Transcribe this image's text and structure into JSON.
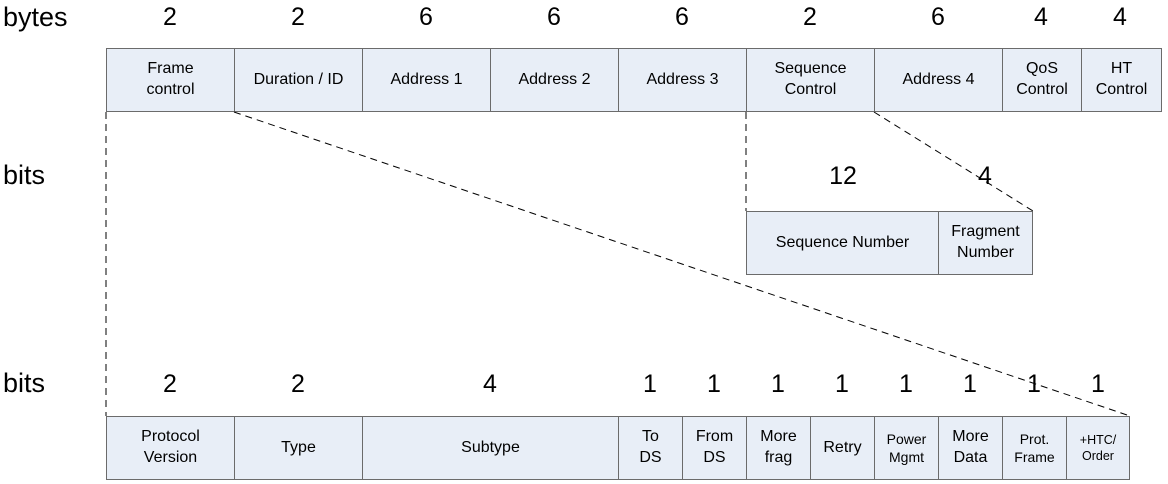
{
  "rows": {
    "bytes": {
      "label": "bytes",
      "counts": [
        "2",
        "2",
        "6",
        "6",
        "6",
        "2",
        "6",
        "4",
        "4"
      ]
    },
    "bits_seq": {
      "label": "bits",
      "counts": [
        "12",
        "4"
      ]
    },
    "bits_fc": {
      "label": "bits",
      "counts": [
        "2",
        "2",
        "4",
        "1",
        "1",
        "1",
        "1",
        "1",
        "1",
        "1",
        "1"
      ]
    }
  },
  "frame_fields": [
    "Frame\ncontrol",
    "Duration / ID",
    "Address 1",
    "Address 2",
    "Address 3",
    "Sequence\nControl",
    "Address 4",
    "QoS\nControl",
    "HT\nControl"
  ],
  "sequence_fields": [
    "Sequence Number",
    "Fragment\nNumber"
  ],
  "frame_control_fields": [
    "Protocol\nVersion",
    "Type",
    "Subtype",
    "To\nDS",
    "From\nDS",
    "More\nfrag",
    "Retry",
    "Power\nMgmt",
    "More\nData",
    "Prot.\nFrame",
    "+HTC/\nOrder"
  ],
  "colors": {
    "fill": "#e8eef7",
    "border": "#6b6b6b"
  }
}
